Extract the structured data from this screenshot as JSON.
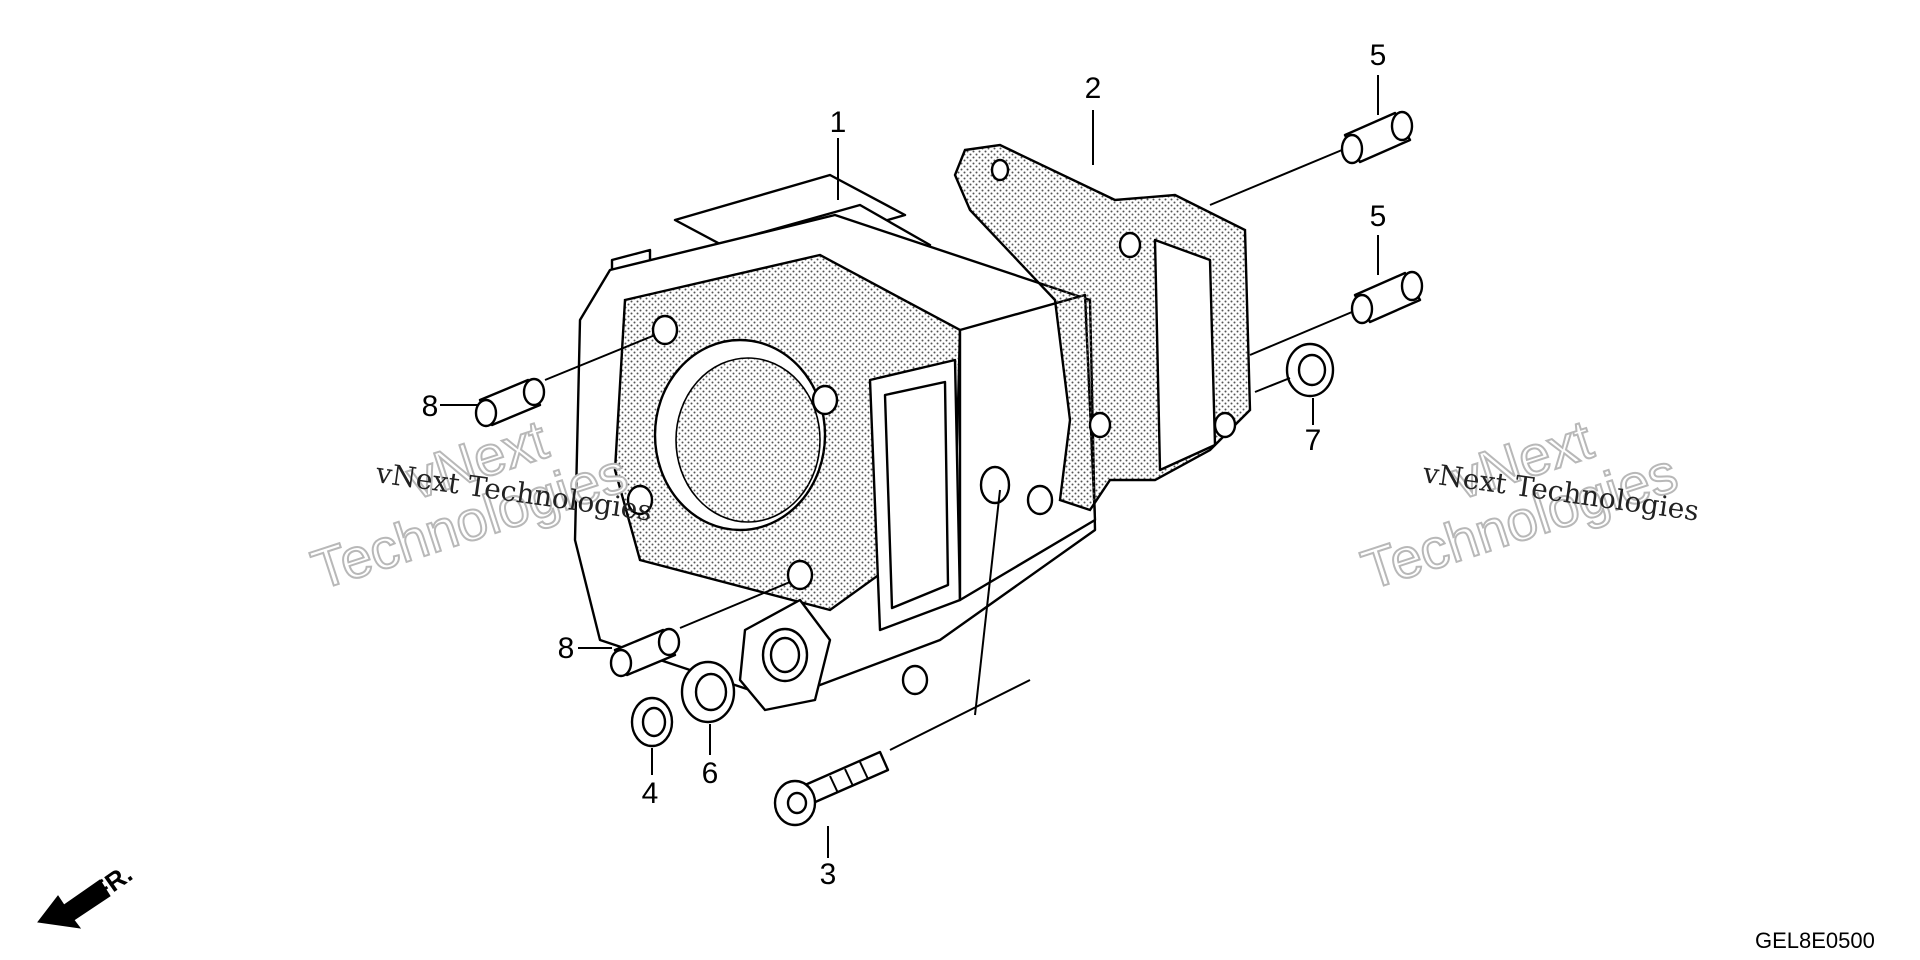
{
  "diagram": {
    "callouts": [
      {
        "id": "c1",
        "label": "1"
      },
      {
        "id": "c2",
        "label": "2"
      },
      {
        "id": "c3",
        "label": "3"
      },
      {
        "id": "c4",
        "label": "4"
      },
      {
        "id": "c5a",
        "label": "5"
      },
      {
        "id": "c5b",
        "label": "5"
      },
      {
        "id": "c6",
        "label": "6"
      },
      {
        "id": "c7",
        "label": "7"
      },
      {
        "id": "c8a",
        "label": "8"
      },
      {
        "id": "c8b",
        "label": "8"
      }
    ],
    "watermark": {
      "line": "vNext Technologies",
      "big_top": "vNext",
      "big_bottom": "Technologies"
    },
    "front_indicator": "FR.",
    "diagram_code": "GEL8E0500",
    "colors": {
      "ink": "#000000",
      "background": "#ffffff",
      "watermark_outline": "#b8b8b8"
    }
  }
}
